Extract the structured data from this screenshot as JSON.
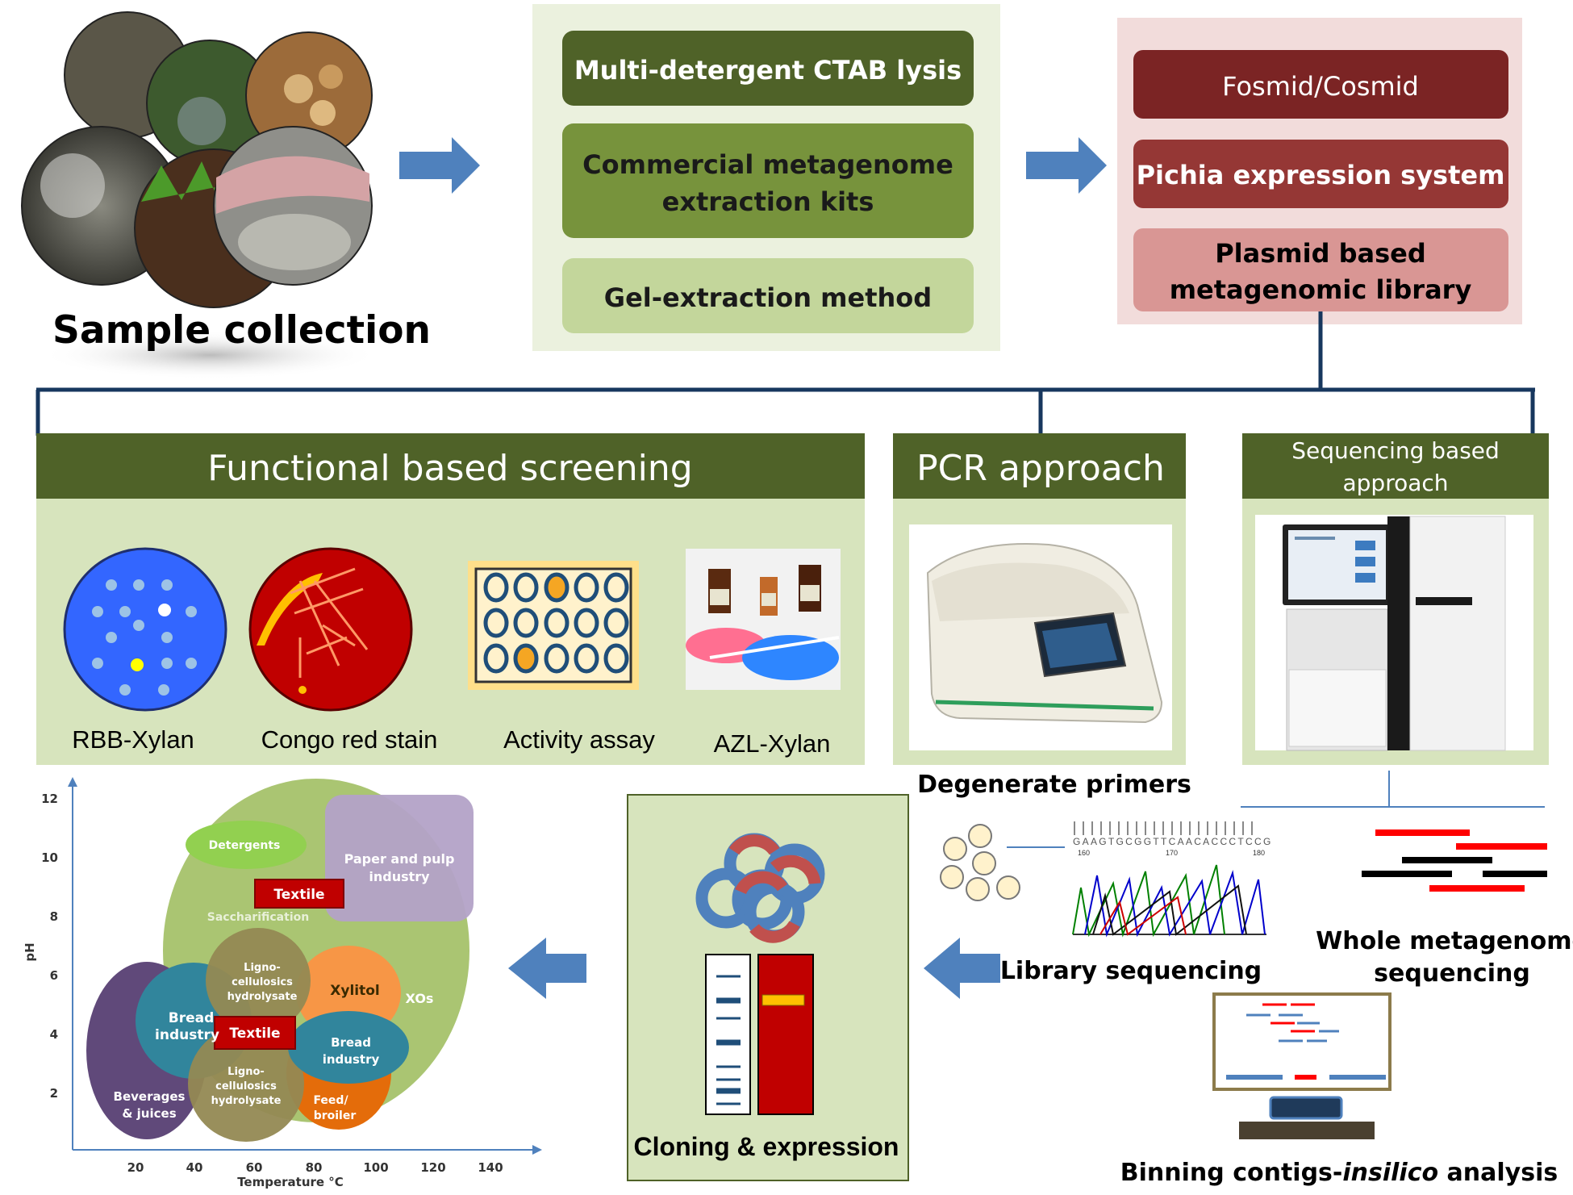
{
  "sample": {
    "caption": "Sample collection"
  },
  "extraction": {
    "methods": [
      "Multi-detergent CTAB lysis",
      "Commercial  metagenome",
      "extraction kits",
      "Gel-extraction method"
    ]
  },
  "library": {
    "items": [
      "Fosmid/Cosmid",
      "Pichia  expression system",
      "Plasmid  based",
      "metagenomic library"
    ]
  },
  "functional": {
    "header": "Functional based screening",
    "labels": [
      "RBB-Xylan",
      "Congo red stain",
      "Activity assay",
      "AZL-Xylan"
    ]
  },
  "pcr": {
    "header": "PCR approach",
    "caption": "Degenerate primers"
  },
  "sequencing": {
    "header_line1": "Sequencing based",
    "header_line2": "approach",
    "library_label": "Library sequencing",
    "wgs_line1": "Whole metagenome",
    "wgs_line2": "sequencing",
    "binning_prefix": "Binning contigs-",
    "binning_italic": "insilico",
    "binning_suffix": " analysis",
    "chromatogram_seq": "GAAGTGCGGTTCAACACCCTCCG",
    "chromatogram_ticks": [
      "160",
      "170",
      "180"
    ]
  },
  "cloning": {
    "caption": "Cloning & expression"
  },
  "applications": {
    "xlabel": "Temperature °C",
    "ylabel": "pH",
    "xticks": [
      "20",
      "40",
      "60",
      "80",
      "100",
      "120",
      "140"
    ],
    "yticks": [
      "2",
      "4",
      "6",
      "8",
      "10",
      "12"
    ],
    "labels": {
      "detergents": "Detergents",
      "paper1": "Paper and pulp",
      "paper2": "industry",
      "textile": "Textile",
      "saccharification": "Saccharification",
      "ligno1": "Ligno-",
      "ligno2": "cellulosics",
      "ligno3": "hydrolysate",
      "xylitol": "Xylitol",
      "xos": "XOs",
      "bread1": "Bread",
      "bread2": "industry",
      "beverages1": "Beverages",
      "beverages2": "& juices",
      "feed1": "Feed/",
      "feed2": "broiler"
    }
  },
  "colors": {
    "dark_green": "#4f6228",
    "mid_green": "#77933c",
    "light_green": "#c3d69b",
    "panel_green": "#ebf1de",
    "box_green": "#d7e4bd",
    "dark_red": "#7b2424",
    "mid_red": "#953735",
    "pink": "#e6b9b8",
    "arrow_blue": "#4f81bd",
    "line_navy": "#17375e"
  }
}
